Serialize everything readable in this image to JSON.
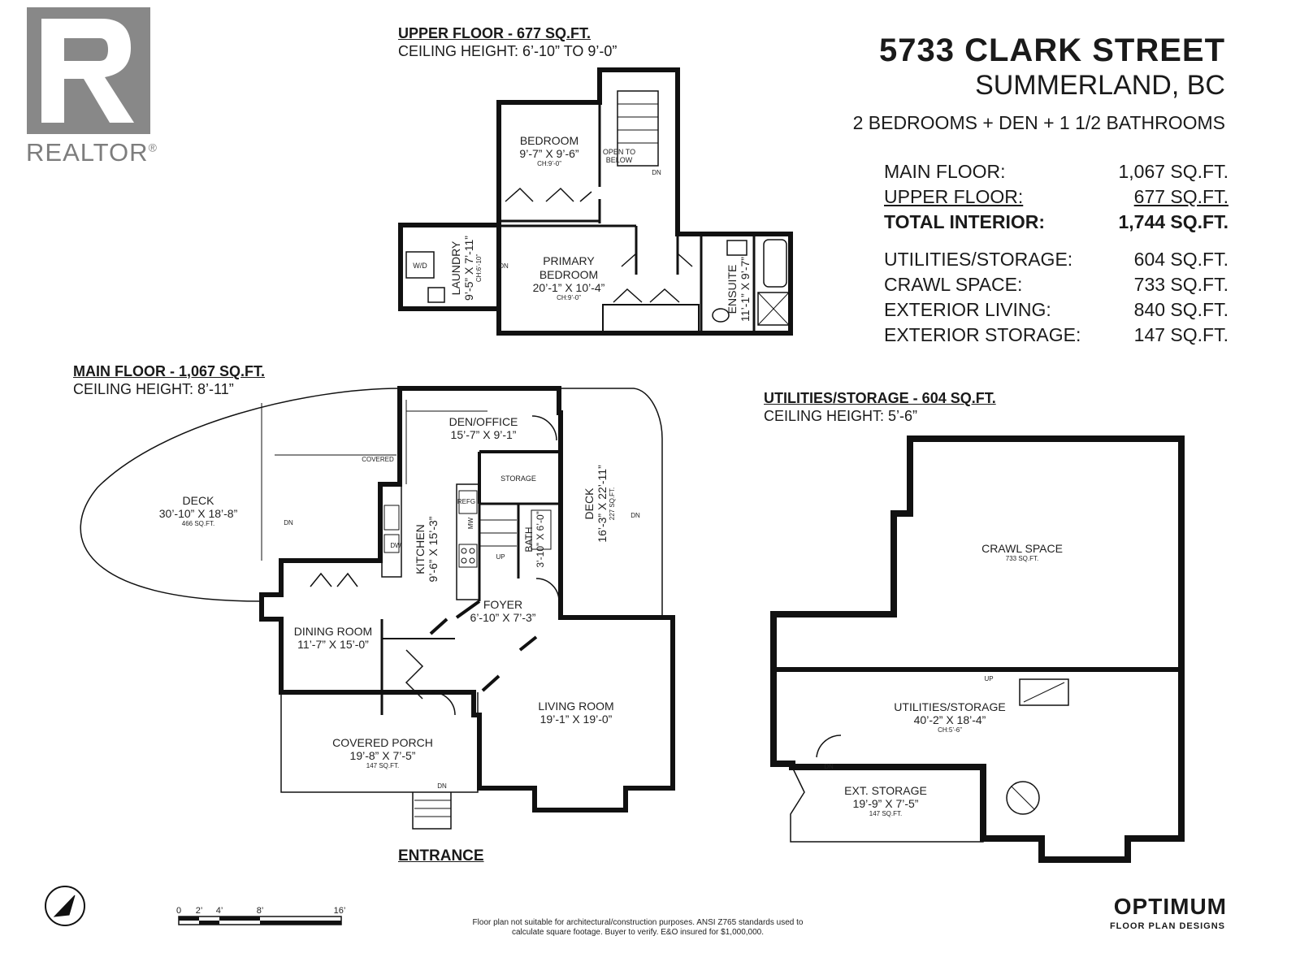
{
  "brand": {
    "logo_letter": "R",
    "logo_word": "REALTOR",
    "registered": "®",
    "logo_color": "#888888"
  },
  "property": {
    "address": "5733 CLARK STREET",
    "city": "SUMMERLAND, BC",
    "rooms_summary": "2 BEDROOMS + DEN + 1 1/2 BATHROOMS"
  },
  "areas": {
    "main": {
      "label": "MAIN FLOOR:",
      "value": "1,067 SQ.FT."
    },
    "upper": {
      "label": "UPPER FLOOR:",
      "value": "677 SQ.FT."
    },
    "total": {
      "label": "TOTAL INTERIOR:",
      "value": "1,744 SQ.FT."
    },
    "utilities": {
      "label": "UTILITIES/STORAGE:",
      "value": "604 SQ.FT."
    },
    "crawl": {
      "label": "CRAWL SPACE:",
      "value": "733 SQ.FT."
    },
    "ext_living": {
      "label": "EXTERIOR LIVING:",
      "value": "840 SQ.FT."
    },
    "ext_storage": {
      "label": "EXTERIOR STORAGE:",
      "value": "147 SQ.FT."
    }
  },
  "floors": {
    "upper": {
      "title": "UPPER FLOOR - 677 SQ.FT.",
      "ceiling": "CEILING HEIGHT: 6’-10” TO 9’-0”"
    },
    "main": {
      "title": "MAIN FLOOR - 1,067 SQ.FT.",
      "ceiling": "CEILING HEIGHT: 8’-11”"
    },
    "utilities": {
      "title": "UTILITIES/STORAGE - 604 SQ.FT.",
      "ceiling": "CEILING HEIGHT: 5’-6”"
    }
  },
  "rooms": {
    "bedroom": {
      "name": "BEDROOM",
      "dims": "9’-7” X 9’-6”",
      "ch": "CH:9’-0”"
    },
    "open_to": "OPEN TO",
    "below": "BELOW",
    "dn": "DN",
    "up": "UP",
    "primary_1": "PRIMARY",
    "primary_2": "BEDROOM",
    "primary_dims": "20’-1” X 10’-4”",
    "primary_ch": "CH:9’-0”",
    "laundry": {
      "name": "LAUNDRY",
      "dims": "9’-5” X 7’-11”",
      "ch": "CH:6’-10”"
    },
    "wd": "W/D",
    "ensuite": {
      "name": "ENSUITE",
      "dims": "11’-1” X 9’-7”"
    },
    "deck_left": {
      "name": "DECK",
      "dims": "30’-10” X 18’-8”",
      "area": "466 SQ.FT."
    },
    "covered": "COVERED",
    "den": {
      "name": "DEN/OFFICE",
      "dims": "15’-7” X 9’-1”"
    },
    "storage": "STORAGE",
    "refg": "REFG",
    "mw": "MW",
    "dw": "DW",
    "kitchen": {
      "name": "KITCHEN",
      "dims": "9’-6” X 15’-3”"
    },
    "bath": {
      "name": "BATH",
      "dims": "3’-10” X 6’-0”"
    },
    "deck_right": {
      "name": "DECK",
      "dims": "16’-3” X 22’-11”",
      "area": "227 SQ.FT."
    },
    "foyer": {
      "name": "FOYER",
      "dims": "6’-10” X 7’-3”"
    },
    "dining": {
      "name": "DINING ROOM",
      "dims": "11’-7” X 15’-0”"
    },
    "living": {
      "name": "LIVING ROOM",
      "dims": "19’-1” X 19’-0”"
    },
    "porch": {
      "name": "COVERED PORCH",
      "dims": "19’-8” X 7’-5”",
      "area": "147 SQ.FT."
    },
    "crawl": {
      "name": "CRAWL SPACE",
      "area": "733 SQ.FT."
    },
    "utilities": {
      "name": "UTILITIES/STORAGE",
      "dims": "40’-2” X 18’-4”",
      "ch": "CH:5’-6”"
    },
    "ext_storage": {
      "name": "EXT. STORAGE",
      "dims": "19’-9” X 7’-5”",
      "area": "147 SQ.FT."
    }
  },
  "entrance": "ENTRANCE",
  "scale": {
    "t0": "0",
    "t2": "2’",
    "t4": "4’",
    "t8": "8’",
    "t16": "16’"
  },
  "disclaimer": {
    "line1": "Floor plan not suitable for architectural/construction purposes. ANSI Z765 standards used to",
    "line2": "calculate square footage. Buyer to verify.  E&O insured for $1,000,000."
  },
  "designer": {
    "name": "OPTIMUM",
    "tagline": "FLOOR PLAN DESIGNS"
  }
}
